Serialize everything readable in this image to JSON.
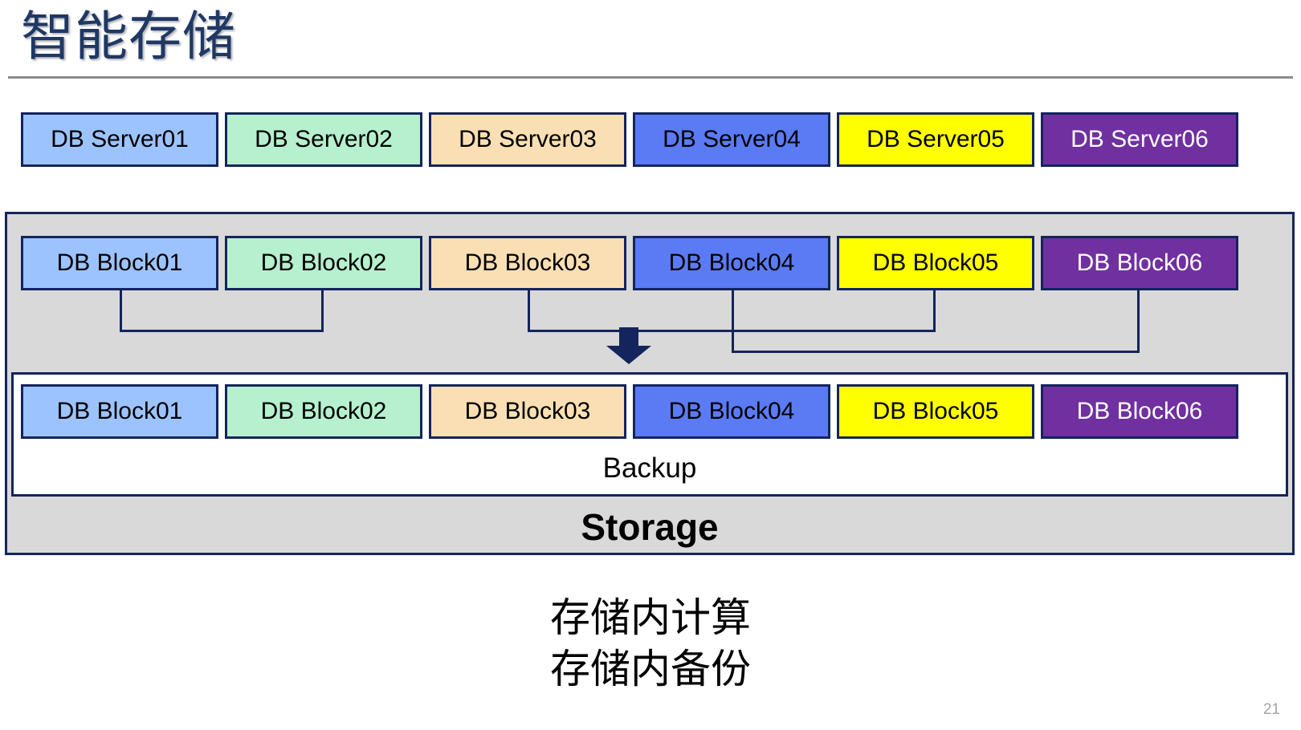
{
  "slide": {
    "title": "智能存储",
    "page_number": "21"
  },
  "palette": {
    "border": "#14245C",
    "title_color": "#1F3864",
    "rule_color": "#8C8C8C",
    "storage_fill": "#D9D9D9",
    "backup_fill": "#FFFFFF",
    "arrow_color": "#14245C",
    "page_number_color": "#A6A6A6",
    "box_colors": [
      "#9DC3FF",
      "#B6F0CE",
      "#FADFB4",
      "#5B7BF5",
      "#FFFF00",
      "#7030A0"
    ]
  },
  "servers": {
    "items": [
      {
        "label": "DB Server01",
        "color": "#9DC3FF",
        "text_color": "#000000"
      },
      {
        "label": "DB Server02",
        "color": "#B6F0CE",
        "text_color": "#000000"
      },
      {
        "label": "DB Server03",
        "color": "#FADFB4",
        "text_color": "#000000"
      },
      {
        "label": "DB Server04",
        "color": "#5B7BF5",
        "text_color": "#000000"
      },
      {
        "label": "DB Server05",
        "color": "#FFFF00",
        "text_color": "#000000"
      },
      {
        "label": "DB Server06",
        "color": "#7030A0",
        "text_color": "#FFFFFF"
      }
    ]
  },
  "storage": {
    "blocks": {
      "items": [
        {
          "label": "DB Block01",
          "color": "#9DC3FF",
          "text_color": "#000000"
        },
        {
          "label": "DB Block02",
          "color": "#B6F0CE",
          "text_color": "#000000"
        },
        {
          "label": "DB Block03",
          "color": "#FADFB4",
          "text_color": "#000000"
        },
        {
          "label": "DB Block04",
          "color": "#5B7BF5",
          "text_color": "#000000"
        },
        {
          "label": "DB Block05",
          "color": "#FFFF00",
          "text_color": "#000000"
        },
        {
          "label": "DB Block06",
          "color": "#7030A0",
          "text_color": "#FFFFFF"
        }
      ]
    },
    "connectors": [
      {
        "from": "DB Block01",
        "to": "DB Block02"
      },
      {
        "from": "DB Block03",
        "to": "DB Block05"
      },
      {
        "from": "DB Block04",
        "to": "DB Block06"
      }
    ],
    "arrow": "down-arrow",
    "backup": {
      "label": "Backup",
      "items": [
        {
          "label": "DB Block01",
          "color": "#9DC3FF",
          "text_color": "#000000"
        },
        {
          "label": "DB Block02",
          "color": "#B6F0CE",
          "text_color": "#000000"
        },
        {
          "label": "DB Block03",
          "color": "#FADFB4",
          "text_color": "#000000"
        },
        {
          "label": "DB Block04",
          "color": "#5B7BF5",
          "text_color": "#000000"
        },
        {
          "label": "DB Block05",
          "color": "#FFFF00",
          "text_color": "#000000"
        },
        {
          "label": "DB Block06",
          "color": "#7030A0",
          "text_color": "#FFFFFF"
        }
      ]
    },
    "label": "Storage"
  },
  "footer": {
    "lines": [
      "存储内计算",
      "存储内备份"
    ]
  }
}
